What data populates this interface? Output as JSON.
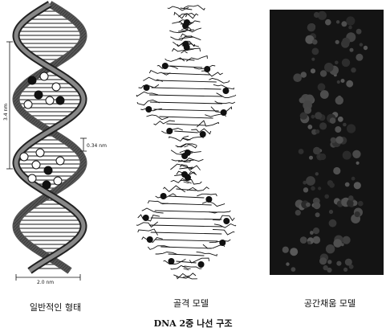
{
  "figure": {
    "title": "DNA 2중 나선 구조",
    "panels": [
      {
        "caption": "일반적인 형태"
      },
      {
        "caption": "골격 모델"
      },
      {
        "caption": "공간채움 모델"
      }
    ],
    "measurements": {
      "pitch": "3.4 nm",
      "rise": "0.34 nm",
      "width": "2.0 nm"
    }
  }
}
